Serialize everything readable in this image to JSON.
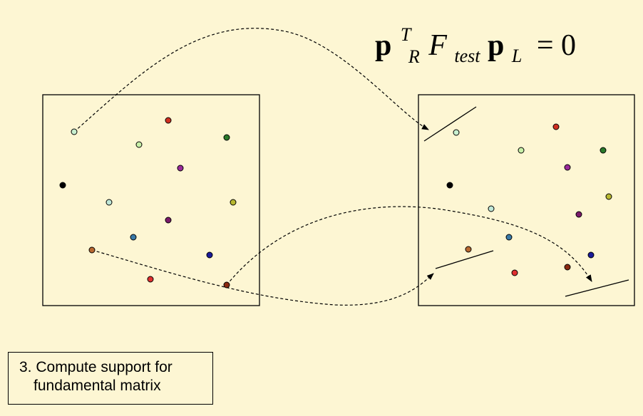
{
  "equation": {
    "p_bold": "p",
    "sup_T": "T",
    "sub_R": "R",
    "F_letter": "F",
    "sub_test": "test",
    "p2_bold": "p",
    "sub_L": "L",
    "rhs": "= 0"
  },
  "caption": {
    "line1": "3. Compute support for",
    "line2": "fundamental matrix"
  },
  "left_points": [
    {
      "color": "#c8f0d0"
    },
    {
      "color": "#d03020"
    },
    {
      "color": "#c8f0a8"
    },
    {
      "color": "#2a7a2a"
    },
    {
      "color": "#9a2a9a"
    },
    {
      "color": "#000000"
    },
    {
      "color": "#c0e8d8"
    },
    {
      "color": "#b8b830"
    },
    {
      "color": "#7a1a6a"
    },
    {
      "color": "#3a7aa8"
    },
    {
      "color": "#b86830"
    },
    {
      "color": "#1a1a9a"
    },
    {
      "color": "#e03030"
    },
    {
      "color": "#8a2a10"
    }
  ],
  "right_points": [
    {
      "color": "#c8f0d0"
    },
    {
      "color": "#d03020"
    },
    {
      "color": "#c8f0a8"
    },
    {
      "color": "#2a7a2a"
    },
    {
      "color": "#9a2a9a"
    },
    {
      "color": "#000000"
    },
    {
      "color": "#c0e8d8"
    },
    {
      "color": "#b8b830"
    },
    {
      "color": "#7a1a6a"
    },
    {
      "color": "#3a7aa8"
    },
    {
      "color": "#b86830"
    },
    {
      "color": "#1a1a9a"
    },
    {
      "color": "#e03030"
    },
    {
      "color": "#8a2a10"
    }
  ],
  "colors": {
    "background": "#fdf6d3",
    "line": "#000000"
  }
}
